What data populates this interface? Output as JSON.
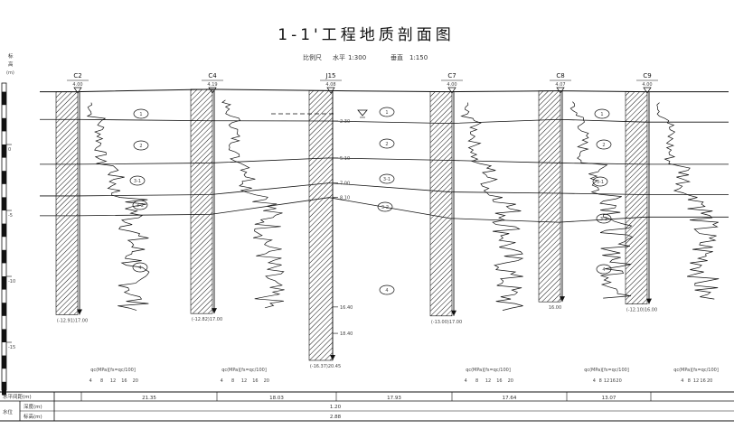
{
  "title": "1-1'工程地质剖面图",
  "scale": {
    "prefix": "比例尺",
    "horizontal_label": "水平",
    "horizontal": "1:300",
    "vertical_label": "垂直",
    "vertical": "1:150"
  },
  "elevation_axis": {
    "label_top": "标",
    "label_mid": "高",
    "unit": "(m)",
    "ticks": [
      "0",
      "-5",
      "-10",
      "-15"
    ],
    "tick_values": [
      0,
      -5,
      -10,
      -15
    ]
  },
  "boreholes": [
    {
      "name": "C2",
      "elev": "4.00",
      "bottom_label": "(-12.91)17.00",
      "type": "cpt"
    },
    {
      "name": "C4",
      "elev": "4.19",
      "bottom_label": "(-12.82)17.00",
      "type": "cpt"
    },
    {
      "name": "J15",
      "elev": "4.08",
      "bottom_label": "(-16.37)20.45",
      "type": "boring",
      "depths": [
        "2.30",
        "5.10",
        "7.00",
        "8.10",
        "16.40",
        "18.40"
      ],
      "depth_values": [
        2.3,
        5.1,
        7.0,
        8.1,
        16.4,
        18.4
      ]
    },
    {
      "name": "C7",
      "elev": "4.00",
      "bottom_label": "(-13.00)17.00",
      "type": "cpt"
    },
    {
      "name": "C8",
      "elev": "4.07",
      "bottom_label": "16.00",
      "type": "cpt"
    },
    {
      "name": "C9",
      "elev": "4.00",
      "bottom_label": "(-12.10)16.00",
      "type": "cpt"
    }
  ],
  "layers": [
    "1",
    "2",
    "3-1",
    "3-2",
    "4"
  ],
  "cpt_axis": {
    "label": "qc(MPa)[fs=qc/100]",
    "ticks": [
      "4",
      "8",
      "12",
      "16",
      "20"
    ]
  },
  "table": {
    "row1_label": "水平间距(m)",
    "spacings": [
      "21.35",
      "18.03",
      "17.93",
      "17.64",
      "13.07"
    ],
    "group_label": "水位",
    "row2_label": "深度(m)",
    "row3_label": "标高(m)",
    "water_depth": "1.20",
    "water_elev": "2.88"
  }
}
